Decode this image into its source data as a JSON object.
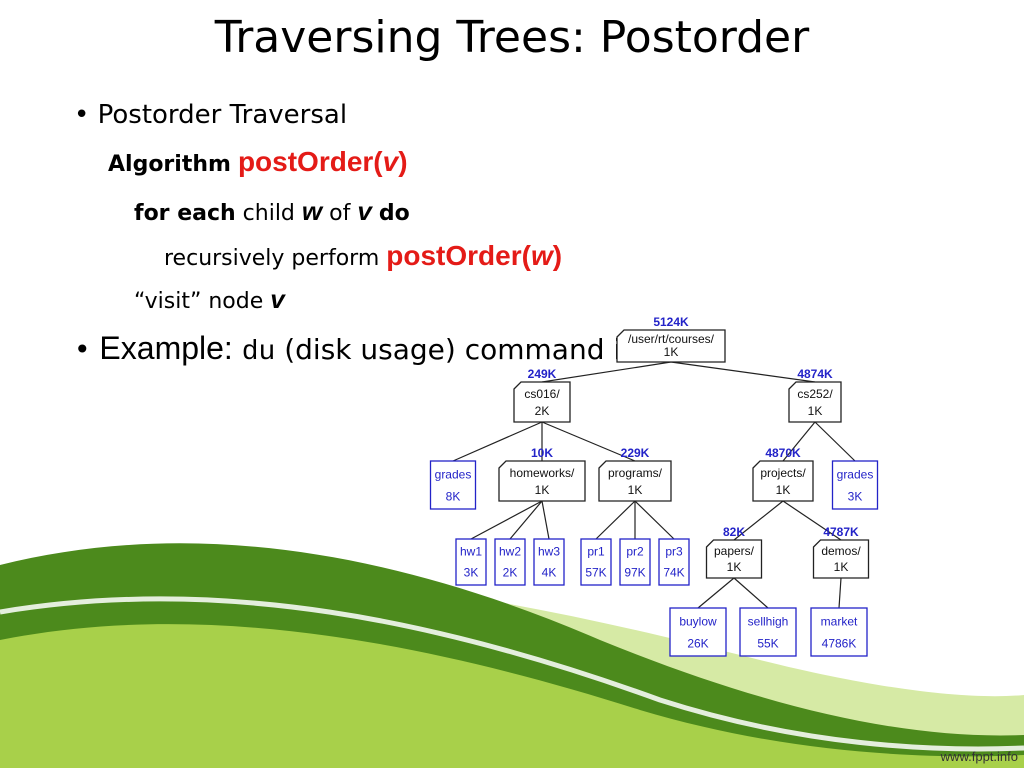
{
  "slide": {
    "title": "Traversing Trees: Postorder",
    "bullet1": "Postorder Traversal",
    "algo_keyword": "Algorithm",
    "algo_name": "postOrder(",
    "algo_param": "v",
    "algo_close": ")",
    "for_each": "for each",
    "child_word": "child",
    "var_w": "w",
    "of_word": "of",
    "var_v": "v",
    "do_word": "do",
    "recursive_text": "recursively perform",
    "call_name": "postOrder(",
    "call_param": "w",
    "call_close": ")",
    "visit_text": "“visit” node",
    "visit_var": "v",
    "example_label": "Example:",
    "example_cmd": "du",
    "example_rest": "(disk usage) command in Unix",
    "footer": "www.fppt.info"
  },
  "tree": {
    "nodes": [
      {
        "id": "root",
        "shape": "folder",
        "name": "/user/rt/courses/",
        "size": "1K",
        "total": "5124K"
      },
      {
        "id": "cs016",
        "shape": "folder",
        "name": "cs016/",
        "size": "2K",
        "total": "249K"
      },
      {
        "id": "cs252",
        "shape": "folder",
        "name": "cs252/",
        "size": "1K",
        "total": "4874K"
      },
      {
        "id": "grades1",
        "shape": "file",
        "name": "grades",
        "size": "8K"
      },
      {
        "id": "homeworks",
        "shape": "folder",
        "name": "homeworks/",
        "size": "1K",
        "total": "10K"
      },
      {
        "id": "programs",
        "shape": "folder",
        "name": "programs/",
        "size": "1K",
        "total": "229K"
      },
      {
        "id": "projects",
        "shape": "folder",
        "name": "projects/",
        "size": "1K",
        "total": "4870K"
      },
      {
        "id": "grades2",
        "shape": "file",
        "name": "grades",
        "size": "3K"
      },
      {
        "id": "hw1",
        "shape": "file",
        "name": "hw1",
        "size": "3K"
      },
      {
        "id": "hw2",
        "shape": "file",
        "name": "hw2",
        "size": "2K"
      },
      {
        "id": "hw3",
        "shape": "file",
        "name": "hw3",
        "size": "4K"
      },
      {
        "id": "pr1",
        "shape": "file",
        "name": "pr1",
        "size": "57K"
      },
      {
        "id": "pr2",
        "shape": "file",
        "name": "pr2",
        "size": "97K"
      },
      {
        "id": "pr3",
        "shape": "file",
        "name": "pr3",
        "size": "74K"
      },
      {
        "id": "papers",
        "shape": "folder",
        "name": "papers/",
        "size": "1K",
        "total": "82K"
      },
      {
        "id": "demos",
        "shape": "folder",
        "name": "demos/",
        "size": "1K",
        "total": "4787K"
      },
      {
        "id": "buylow",
        "shape": "file",
        "name": "buylow",
        "size": "26K"
      },
      {
        "id": "sellhigh",
        "shape": "file",
        "name": "sellhigh",
        "size": "55K"
      },
      {
        "id": "market",
        "shape": "file",
        "name": "market",
        "size": "4786K"
      }
    ],
    "edges": [
      [
        "root",
        "cs016"
      ],
      [
        "root",
        "cs252"
      ],
      [
        "cs016",
        "grades1"
      ],
      [
        "cs016",
        "homeworks"
      ],
      [
        "cs016",
        "programs"
      ],
      [
        "cs252",
        "projects"
      ],
      [
        "cs252",
        "grades2"
      ],
      [
        "homeworks",
        "hw1"
      ],
      [
        "homeworks",
        "hw2"
      ],
      [
        "homeworks",
        "hw3"
      ],
      [
        "programs",
        "pr1"
      ],
      [
        "programs",
        "pr2"
      ],
      [
        "programs",
        "pr3"
      ],
      [
        "projects",
        "papers"
      ],
      [
        "projects",
        "demos"
      ],
      [
        "papers",
        "buylow"
      ],
      [
        "papers",
        "sellhigh"
      ],
      [
        "demos",
        "market"
      ]
    ],
    "colors": {
      "file_border": "#2323c8",
      "file_text": "#2323c8",
      "total_text": "#2323c8",
      "folder_border": "#222222",
      "folder_text": "#111111",
      "edge": "#222222"
    }
  },
  "theme": {
    "wave_dark": "#4c8a1c",
    "wave_light": "#a8d04a",
    "wave_pale": "#d6eaa5"
  }
}
